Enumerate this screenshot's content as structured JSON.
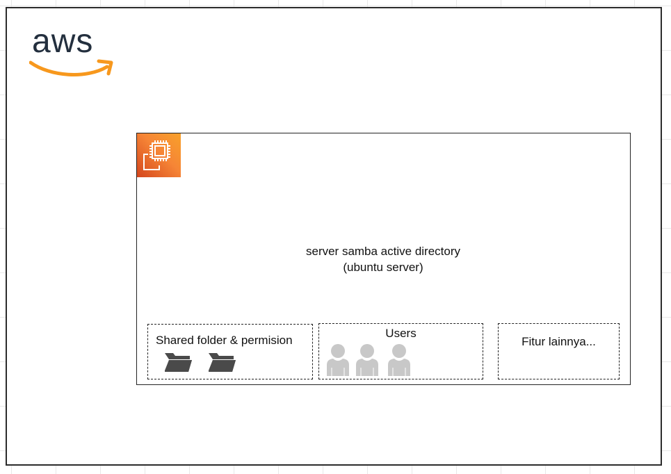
{
  "diagram": {
    "logo": {
      "text": "aws",
      "icon": "aws-logo"
    },
    "server": {
      "icon": "ec2-instance-icon",
      "label_line1": "server samba active directory",
      "label_line2": "(ubuntu server)"
    },
    "shared": {
      "title": "Shared folder & permision",
      "icons": [
        "folder-icon",
        "folder-icon"
      ]
    },
    "users": {
      "title": "Users",
      "icons": [
        "user-icon",
        "user-icon",
        "user-icon"
      ]
    },
    "fitur": {
      "title": "Fitur lainnya..."
    }
  },
  "colors": {
    "aws_text": "#232f3e",
    "aws_orange": "#f7981d",
    "ec2_gradient_start": "#d4461d",
    "ec2_gradient_end": "#f8a12a",
    "folder": "#4a4a4a",
    "user": "#c8c8c8"
  }
}
